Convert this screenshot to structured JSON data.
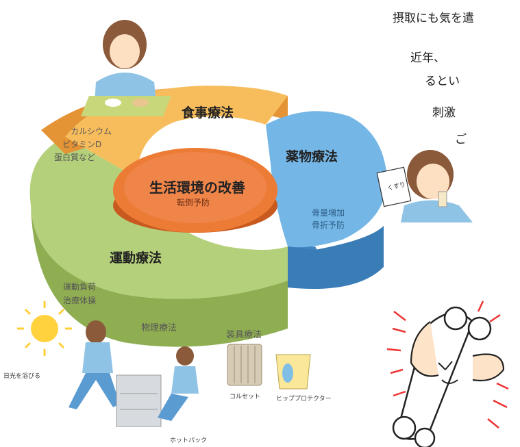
{
  "header_lines": [
    "摂取にも気を遣",
    "近年、",
    "るとい",
    "刺激",
    "ご"
  ],
  "diagram": {
    "center": {
      "title": "生活環境の改善",
      "subtitle": "転倒予防"
    },
    "diet": {
      "title": "食事療法",
      "items": [
        "カルシウム",
        "ビタミンD",
        "蛋白質など"
      ]
    },
    "drug": {
      "title": "薬物療法",
      "items": [
        "骨量増加",
        "骨折予防"
      ],
      "paper_label": "くすり"
    },
    "exercise": {
      "title": "運動療法",
      "items": [
        "運動負荷",
        "治療体操"
      ]
    },
    "physical": {
      "title": "物理療法"
    },
    "orthotic": {
      "title": "装具療法"
    },
    "captions": {
      "sun": "日光を浴びる",
      "corset": "コルセット",
      "hip": "ヒッププロテクター",
      "hotpack": "ホットパック"
    }
  },
  "colors": {
    "diet": "#f5b04a",
    "drug": "#62a8dc",
    "exercise": "#a6c46a",
    "center": "#e8702c"
  }
}
